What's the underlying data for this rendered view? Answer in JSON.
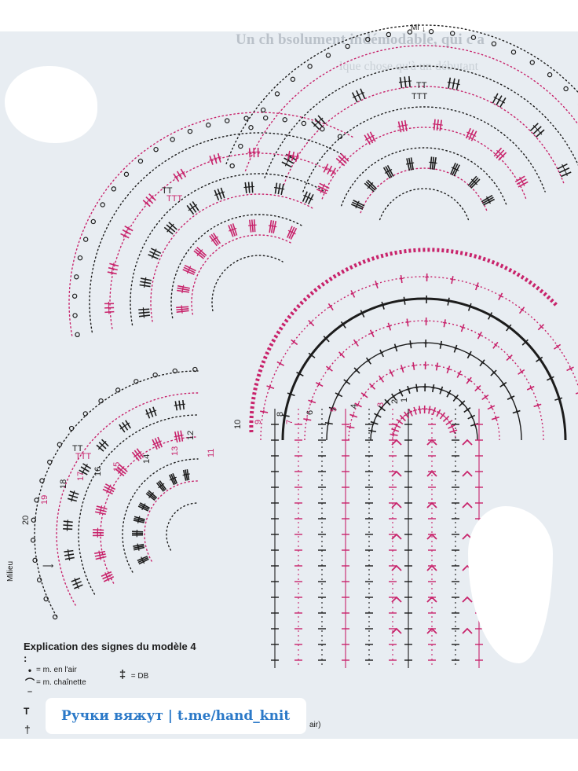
{
  "header": {
    "line1": "Un ch                        bsolument indémodable, qui c          a",
    "line2": "              lque chose qu'à un débutant"
  },
  "labels": {
    "milieu_top": "Mi",
    "milieu_left": "Milieu",
    "row_numbers_left": [
      "20",
      "19",
      "18",
      "17",
      "16",
      "15",
      "14",
      "13",
      "12",
      "11",
      "10",
      "9",
      "8",
      "7",
      "6",
      "5",
      "4",
      "3",
      "2",
      "1"
    ],
    "row_numbers_pink": [
      "19",
      "17",
      "15",
      "13",
      "11",
      "9",
      "7",
      "5",
      "3"
    ],
    "ttt": "TTT",
    "tt": "TT"
  },
  "legend": {
    "title": "Explication des signes du modèle 4 :",
    "items": [
      {
        "symbol": "•",
        "label": "= m. en l'air"
      },
      {
        "symbol": "⌒",
        "label": "= m. chaînette"
      },
      {
        "symbol": "‾",
        "label": ""
      }
    ],
    "db": {
      "symbol": "‡",
      "label": "= DB"
    },
    "t_symbol": "T",
    "dagger_symbol": "†",
    "tail": "air)"
  },
  "watermark": "Ручки вяжут | t.me/hand_knit",
  "colors": {
    "pink": "#c8236b",
    "black": "#1c1c1c",
    "background": "#e8edf2",
    "watermark_text": "#2b79c8"
  }
}
